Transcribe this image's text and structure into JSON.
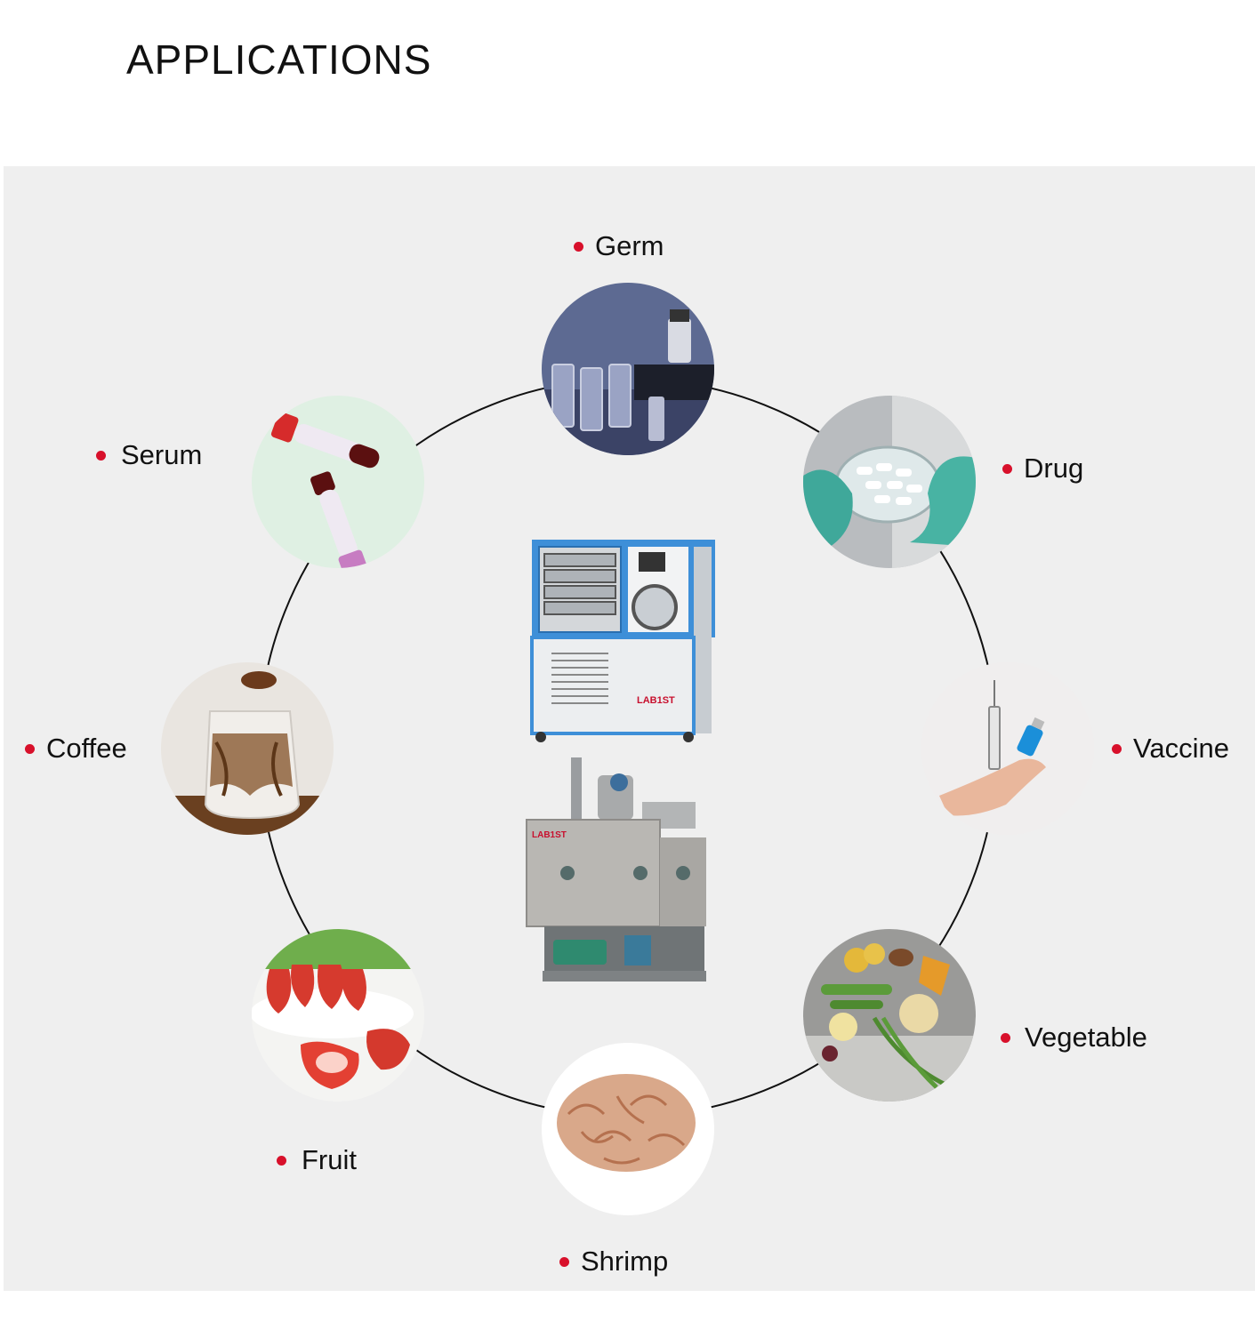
{
  "header": {
    "title": "APPLICATIONS"
  },
  "colors": {
    "bullet": "#d8102b",
    "panel": "#efefef",
    "ring": "#111111"
  },
  "applications": [
    {
      "label": "Germ",
      "icon": "vials-icon"
    },
    {
      "label": "Drug",
      "icon": "pills-icon"
    },
    {
      "label": "Vaccine",
      "icon": "syringe-icon"
    },
    {
      "label": "Vegetable",
      "icon": "vegetable-icon"
    },
    {
      "label": "Shrimp",
      "icon": "shrimp-icon"
    },
    {
      "label": "Fruit",
      "icon": "strawberry-icon"
    },
    {
      "label": "Coffee",
      "icon": "coffee-icon"
    },
    {
      "label": "Serum",
      "icon": "blood-tube-icon"
    }
  ],
  "machines": {
    "top": {
      "brand": "LAB1ST",
      "icon": "freeze-dryer-icon"
    },
    "bottom": {
      "brand": "LAB1ST",
      "icon": "industrial-freeze-dryer-icon"
    }
  }
}
